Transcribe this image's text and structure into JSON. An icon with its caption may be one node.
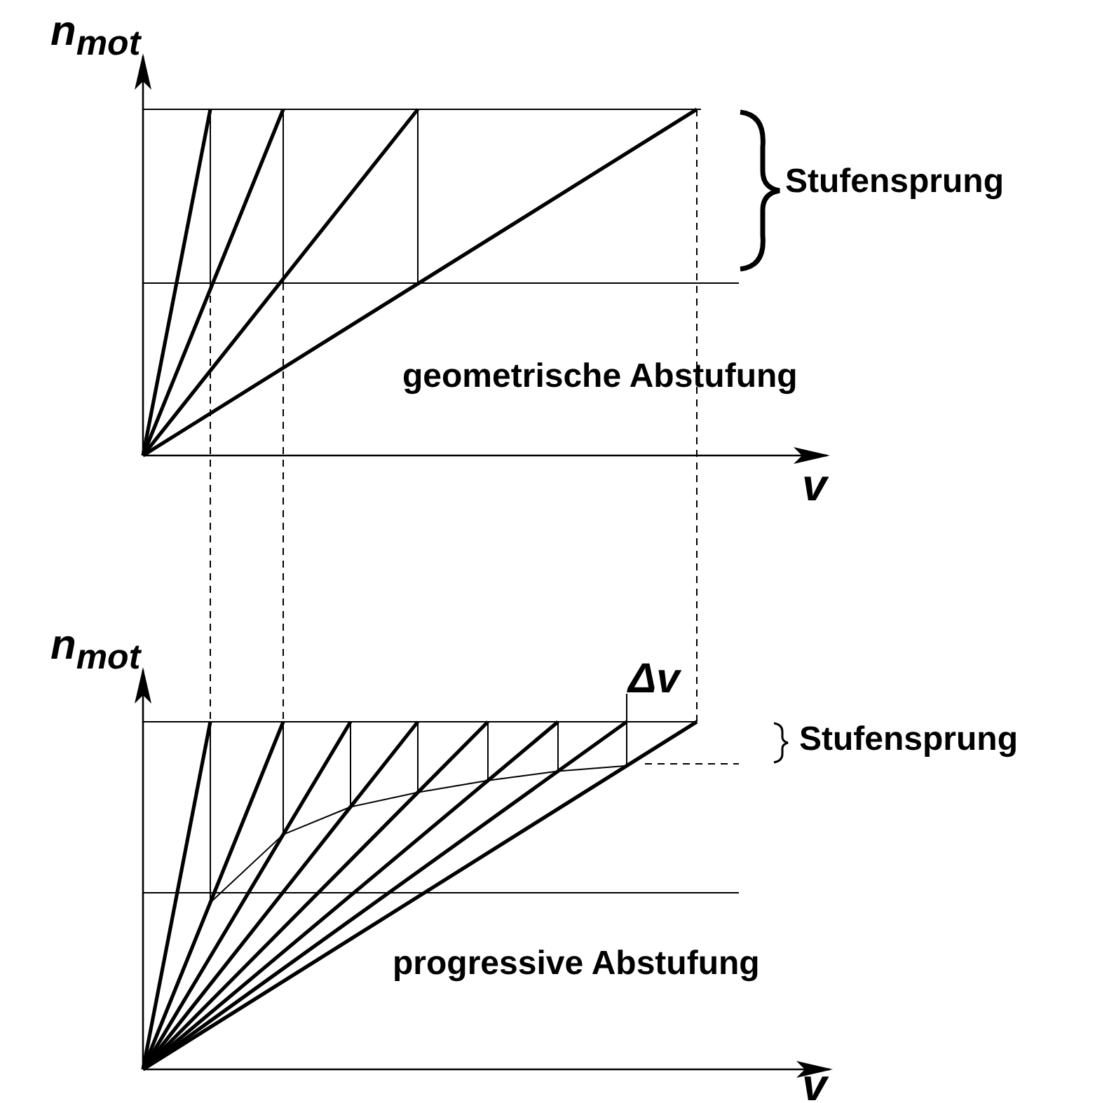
{
  "diagram": {
    "labels": [
      "n$_{mot}$",
      "Stufensprung",
      "geometrische Abstufung",
      "v",
      "n$_{mot}$",
      "Δv",
      "Stufensprung",
      "progressive Abstufung",
      "v"
    ]
  }
}
